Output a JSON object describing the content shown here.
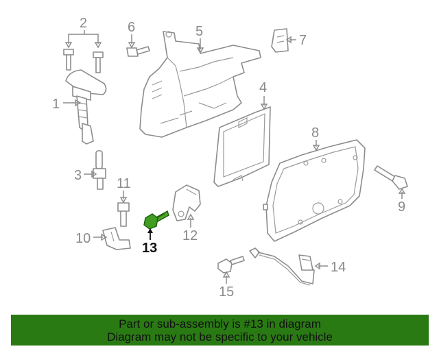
{
  "diagram": {
    "highlight_color": "#3f9e1f",
    "callouts": [
      {
        "id": "1",
        "label": "1"
      },
      {
        "id": "2",
        "label": "2"
      },
      {
        "id": "3",
        "label": "3"
      },
      {
        "id": "4",
        "label": "4"
      },
      {
        "id": "5",
        "label": "5"
      },
      {
        "id": "6",
        "label": "6"
      },
      {
        "id": "7",
        "label": "7"
      },
      {
        "id": "8",
        "label": "8"
      },
      {
        "id": "9",
        "label": "9"
      },
      {
        "id": "10",
        "label": "10"
      },
      {
        "id": "11",
        "label": "11"
      },
      {
        "id": "12",
        "label": "12"
      },
      {
        "id": "13",
        "label": "13"
      },
      {
        "id": "14",
        "label": "14"
      },
      {
        "id": "15",
        "label": "15"
      }
    ]
  },
  "banner": {
    "line1": "Part or sub-assembly is #13 in diagram",
    "line2": "Diagram may not be specific to your vehicle",
    "background": "#2a7a14"
  }
}
